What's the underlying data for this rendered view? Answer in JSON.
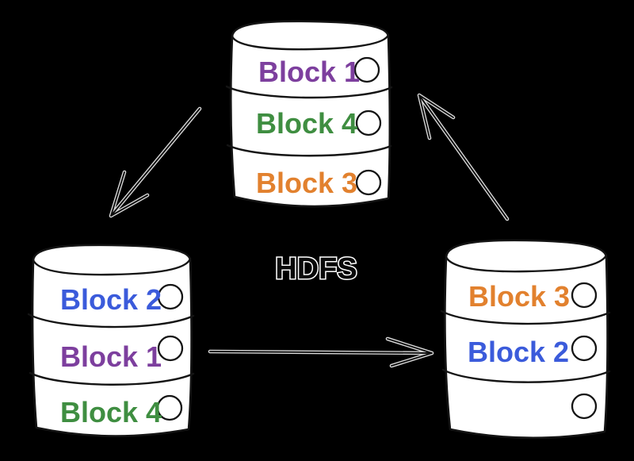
{
  "title": {
    "label": "HDFS"
  },
  "colors": {
    "background": "#000000",
    "node_fill": "#ffffff",
    "node_stroke": "#141414",
    "block1": "#7d3f9e",
    "block2": "#3b5bdb",
    "block3": "#e2812e",
    "block4": "#3f8e41"
  },
  "nodes": [
    {
      "id": "datanode-top",
      "blocks": [
        {
          "label": "Block 1",
          "color": "#7d3f9e"
        },
        {
          "label": "Block 4",
          "color": "#3f8e41"
        },
        {
          "label": "Block 3",
          "color": "#e2812e"
        }
      ]
    },
    {
      "id": "datanode-bottom-left",
      "blocks": [
        {
          "label": "Block 2",
          "color": "#3b5bdb"
        },
        {
          "label": "Block 1",
          "color": "#7d3f9e"
        },
        {
          "label": "Block 4",
          "color": "#3f8e41"
        }
      ]
    },
    {
      "id": "datanode-bottom-right",
      "blocks": [
        {
          "label": "Block 3",
          "color": "#e2812e"
        },
        {
          "label": "Block 2",
          "color": "#3b5bdb"
        },
        {
          "label": "",
          "color": ""
        }
      ]
    }
  ],
  "arrows": [
    {
      "id": "arrow-top-to-left",
      "from": "datanode-top",
      "to": "datanode-bottom-left"
    },
    {
      "id": "arrow-left-to-right",
      "from": "datanode-bottom-left",
      "to": "datanode-bottom-right"
    },
    {
      "id": "arrow-right-to-top",
      "from": "datanode-bottom-right",
      "to": "datanode-top"
    }
  ]
}
